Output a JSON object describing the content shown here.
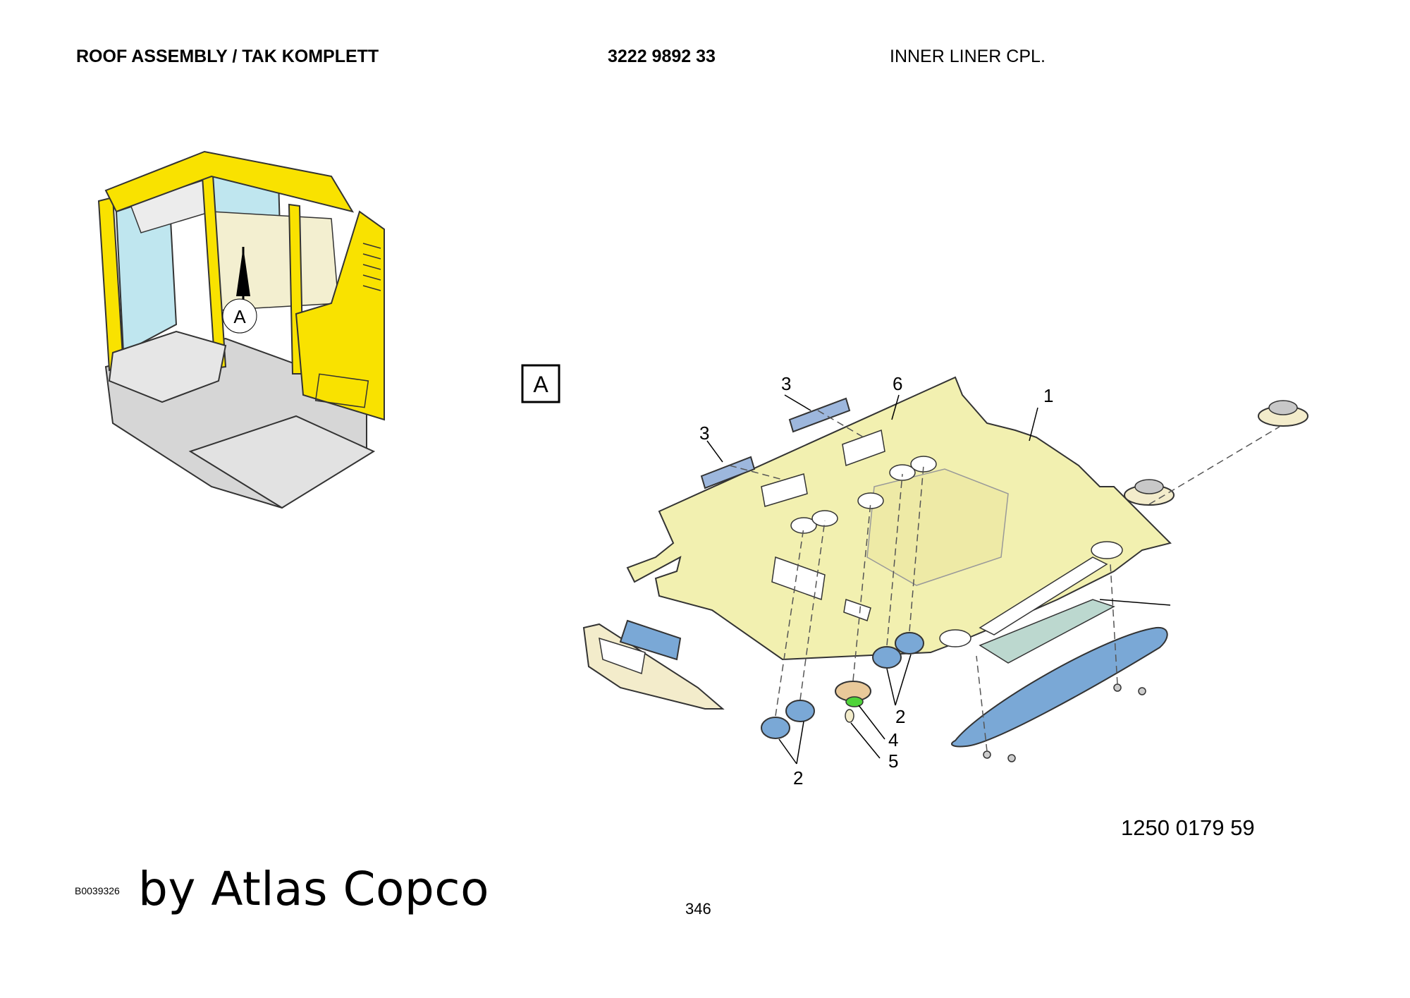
{
  "header": {
    "title": "ROOF ASSEMBLY / TAK KOMPLETT",
    "part_number": "3222 9892 33",
    "description": "INNER LINER CPL."
  },
  "view": {
    "cab_label": "A",
    "detail_label": "A"
  },
  "callouts": {
    "c1": "1",
    "c2a": "2",
    "c2b": "2",
    "c3a": "3",
    "c3b": "3",
    "c4": "4",
    "c5": "5",
    "c6": "6"
  },
  "footer": {
    "reference_number": "1250 0179 59",
    "drawing_code": "B0039326",
    "brand": "by Atlas Copco",
    "page": "346"
  },
  "colors": {
    "cab_yellow": "#f9e200",
    "liner_cream": "#f2f0b0",
    "part_blue": "#7aa8d6",
    "glass": "#bfe6ef",
    "frame_grey": "#d6d6d6"
  }
}
